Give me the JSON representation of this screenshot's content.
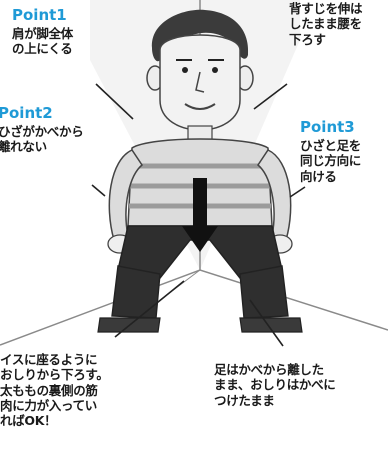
{
  "colors": {
    "accent": "#1f9ad6",
    "text": "#1a1a1a",
    "arrow": "#111111",
    "sketch": "#555555",
    "wall": "#e9e9e9"
  },
  "points": [
    {
      "title": "Point1",
      "lines": [
        "肩が脚全体",
        "の上にくる"
      ]
    },
    {
      "title": "Point2",
      "lines": [
        "ひざがかべから",
        "離れない"
      ]
    },
    {
      "title": "Point3",
      "lines": [
        "ひざと足を",
        "同じ方向に",
        "向ける"
      ]
    }
  ],
  "notes": {
    "top_right": [
      "背すじを伸は",
      "したまま腰を",
      "下ろす"
    ],
    "bottom_left": [
      "イスに座るように",
      "おしりから下ろす。",
      "太ももの裏側の筋",
      "肉に力が入ってい",
      "ればOK！"
    ],
    "bottom_right": [
      "足はかべから離した",
      "まま、おしりはかべに",
      "つけたまま"
    ]
  },
  "illustration": {
    "subject": "person-squatting-against-wall",
    "icon": "down-arrow-icon"
  }
}
